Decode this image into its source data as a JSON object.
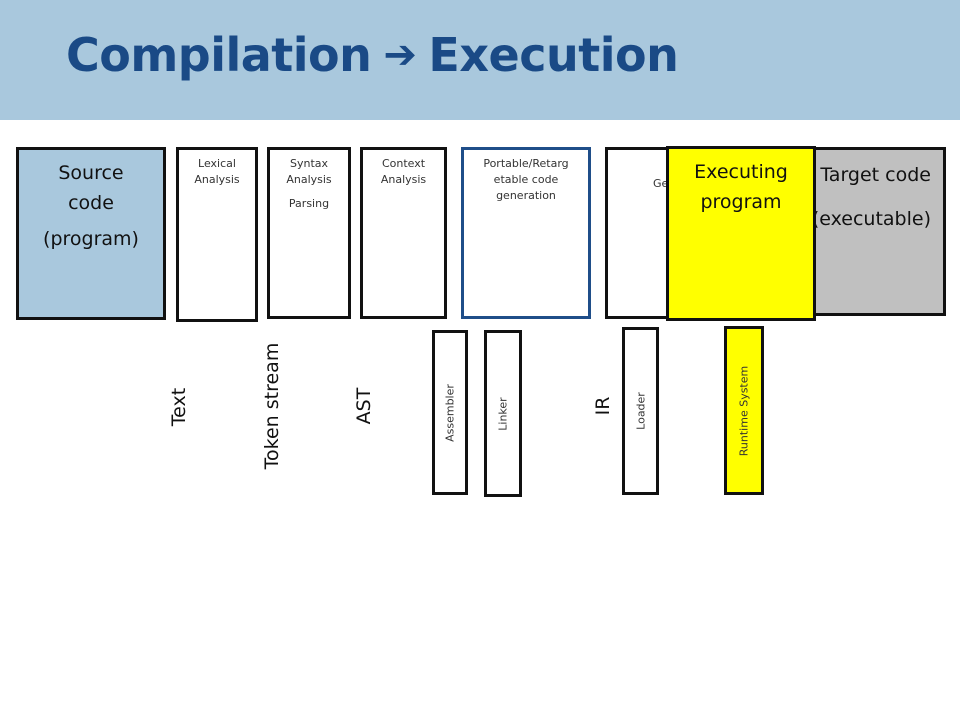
{
  "title": {
    "left": "Compilation",
    "arrow": "➔",
    "right": "Execution"
  },
  "stages": {
    "source": {
      "line1": "Source",
      "line2": "code",
      "line3": "(program)"
    },
    "lexical": {
      "line1": "Lexical",
      "line2": "Analysis"
    },
    "syntax": {
      "line1": "Syntax",
      "line2": "Analysis",
      "line3": "Parsing"
    },
    "context": {
      "line1": "Context",
      "line2": "Analysis"
    },
    "portable": {
      "line1": "Portable/Retarg",
      "line2": "etable code",
      "line3": "generation"
    },
    "codegen_partial": "Ge",
    "executing": {
      "line1": "Executing",
      "line2": "program"
    },
    "target": {
      "line1": "Target code",
      "line2": "(executable)"
    }
  },
  "streams": {
    "text": "Text",
    "tokens": "Token stream",
    "ast": "AST",
    "ir": "IR"
  },
  "tools": {
    "assembler": "Assembler",
    "linker": "Linker",
    "loader": "Loader",
    "runtime": "Runtime System"
  },
  "colors": {
    "header": "#a9c8dd",
    "title": "#1a4a86",
    "source_fill": "#a9c8dd",
    "portable_border": "#1f4e89",
    "executing_fill": "#ffff00",
    "target_fill": "#c0c0c0"
  }
}
